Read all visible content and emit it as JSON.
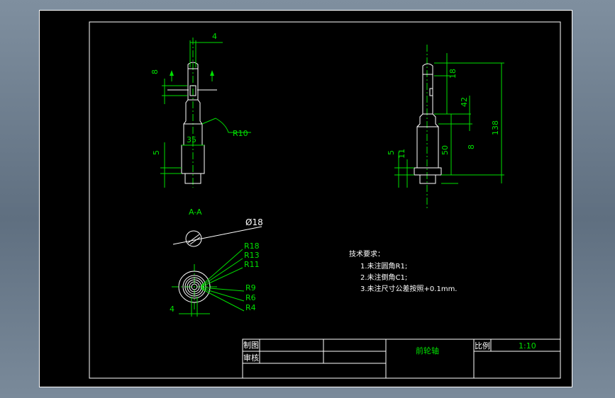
{
  "colors": {
    "background": "#000000",
    "geometry": "#ffffff",
    "dimension": "#00e000",
    "frame_bg": "#6f7f90"
  },
  "left_view": {
    "dim_top": "4",
    "dim_left": "8",
    "dim_mid": "35",
    "dim_radius": "R10",
    "dim_bottom": "5",
    "section_label": "A-A"
  },
  "section_view": {
    "dim_diameter": "Ø18"
  },
  "bottom_view": {
    "radii": [
      "R18",
      "R13",
      "R11",
      "R9",
      "R6",
      "R4"
    ],
    "dim_width": "4"
  },
  "right_view": {
    "dims": [
      "18",
      "42",
      "8",
      "50",
      "138",
      "5",
      "11"
    ]
  },
  "notes": {
    "title": "技术要求：",
    "items": [
      "1.未注圆角R1;",
      "2.未注倒角C1;",
      "3.未注尺寸公差按照+0.1mm."
    ]
  },
  "title_block": {
    "drawn_label": "制图",
    "checked_label": "审核",
    "part_name": "前轮轴",
    "scale_label": "比例",
    "scale_value": "1:10"
  }
}
